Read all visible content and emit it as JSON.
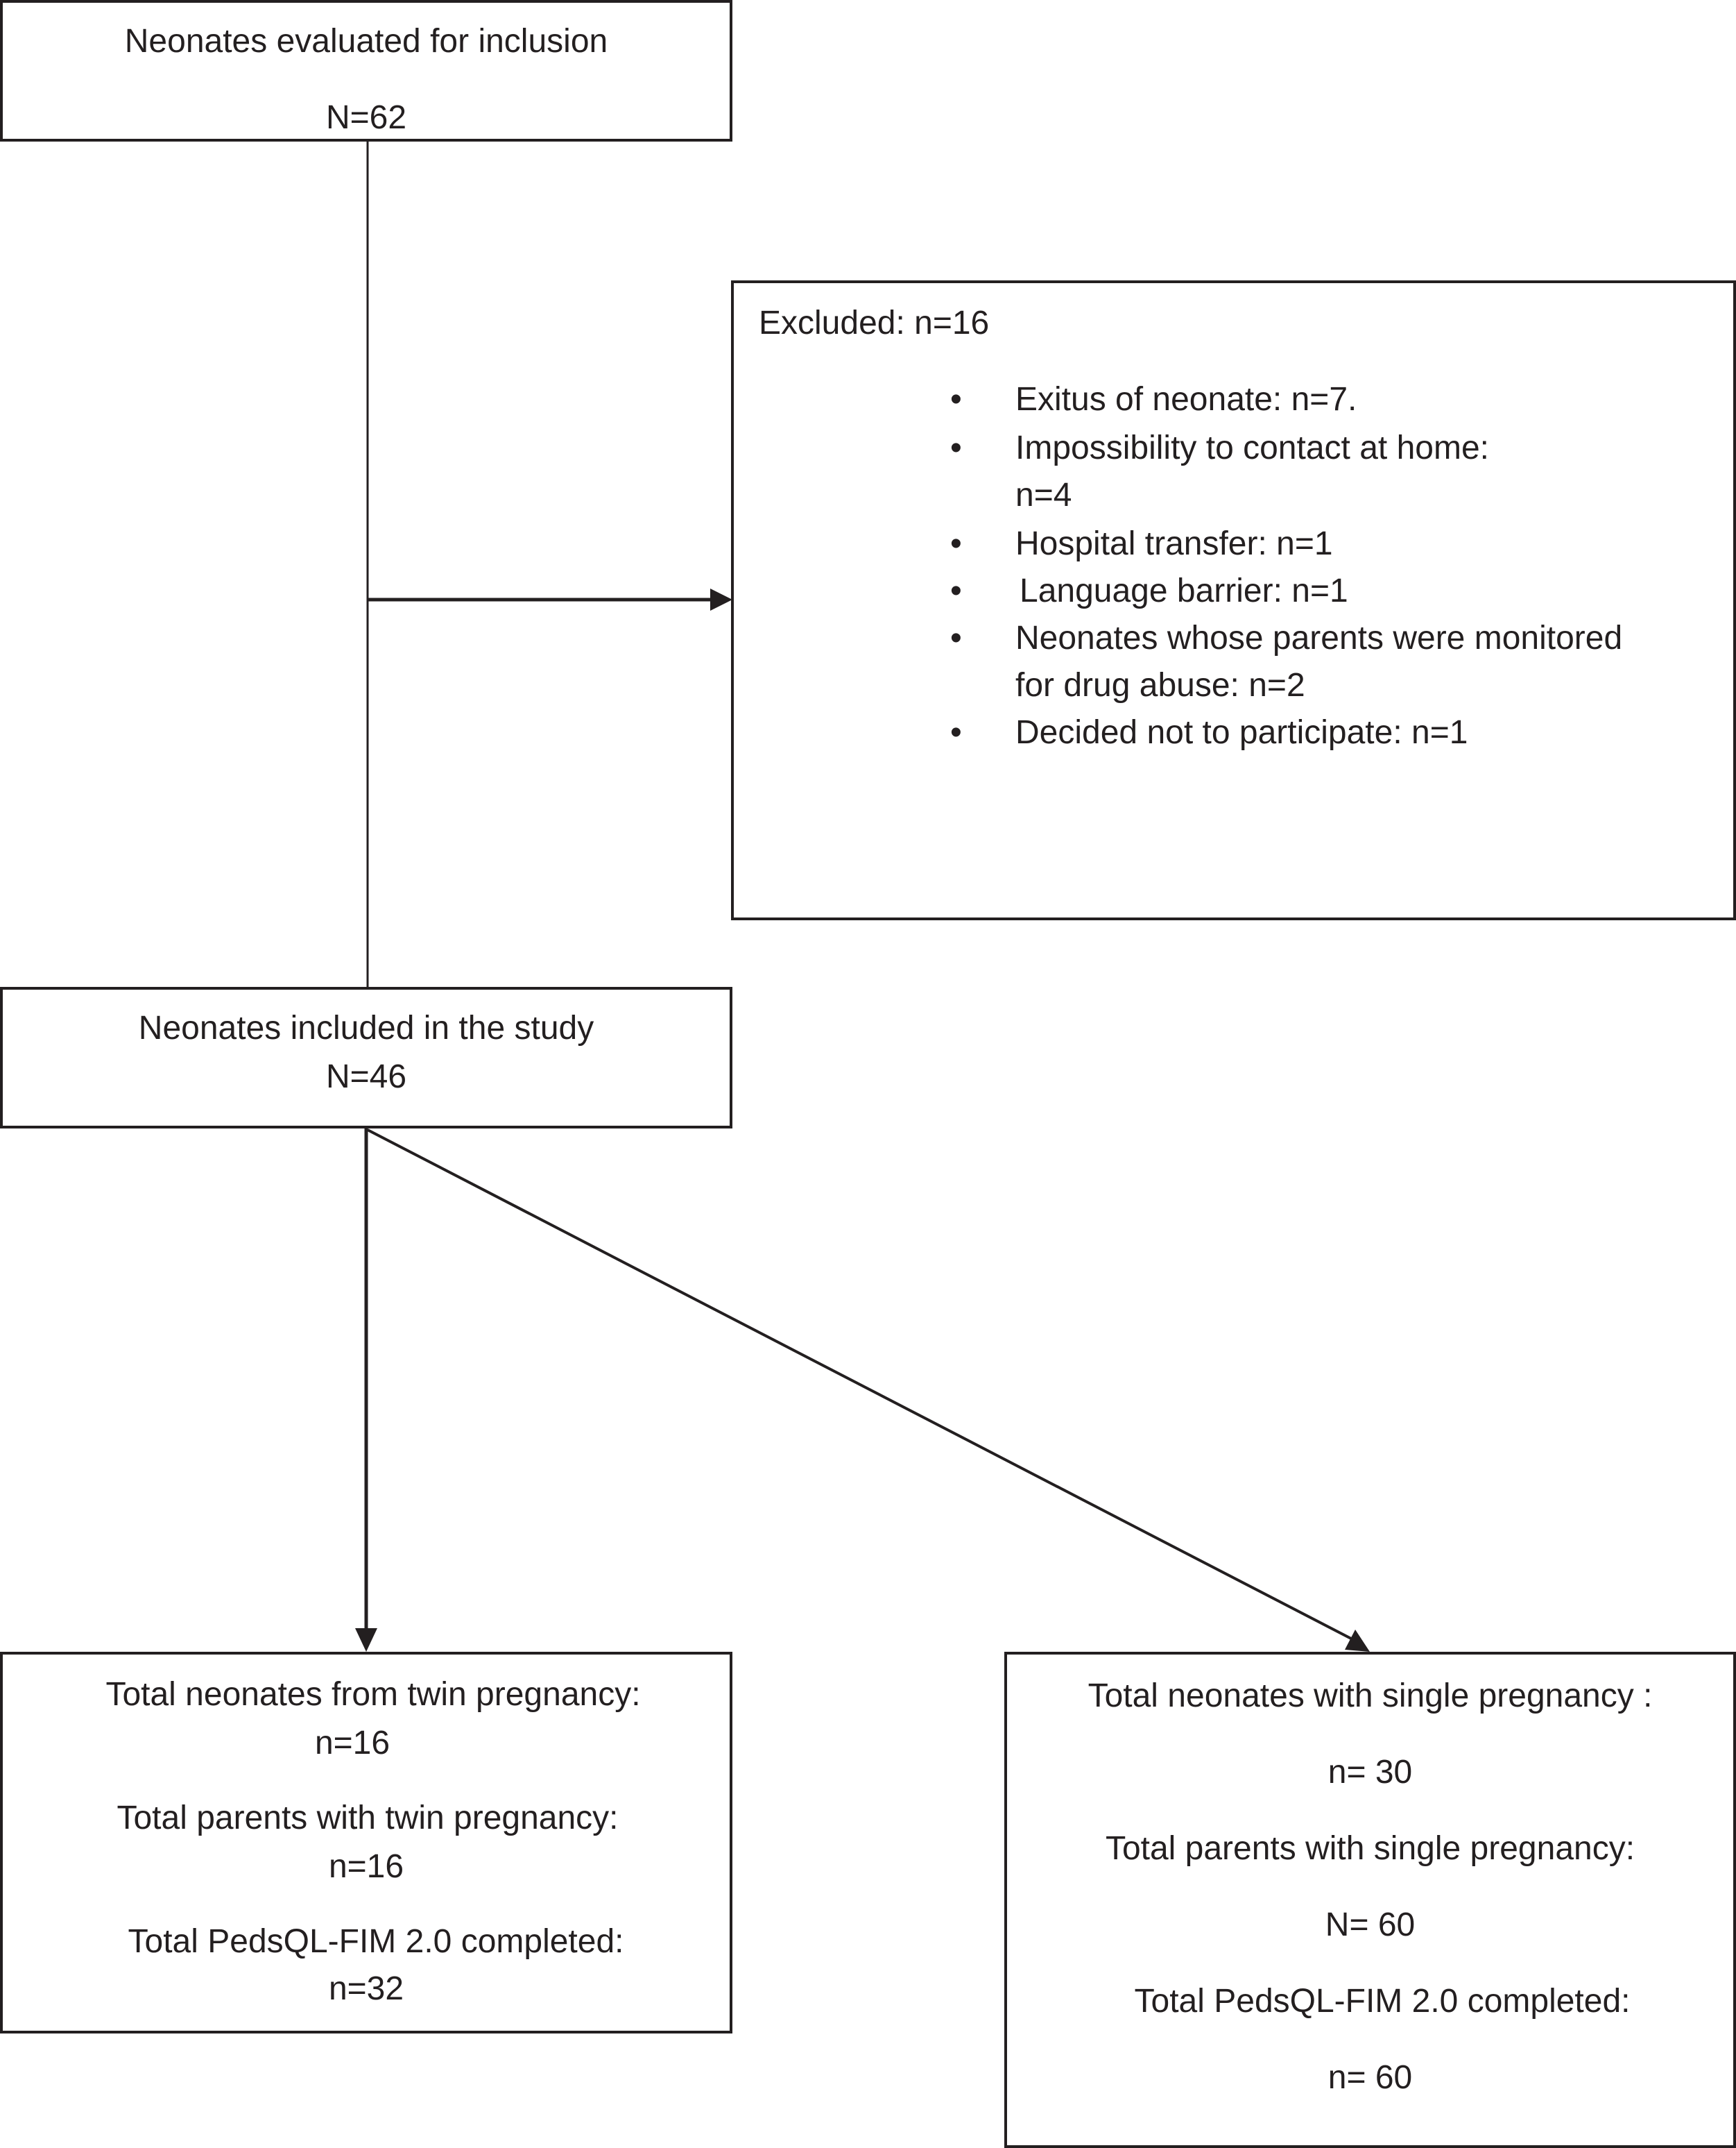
{
  "evaluated": {
    "title": "Neonates evaluated for inclusion",
    "count": "N=62"
  },
  "excluded": {
    "title": "Excluded: n=16",
    "reasons": [
      {
        "line1": "Exitus of neonate: n=7.",
        "line2": ""
      },
      {
        "line1": "Impossibility to contact at home:",
        "line2": "n=4"
      },
      {
        "line1": "Hospital transfer: n=1",
        "line2": ""
      },
      {
        "line1": "Language barrier: n=1",
        "line2": ""
      },
      {
        "line1": "Neonates whose parents were monitored",
        "line2": "for drug abuse: n=2"
      },
      {
        "line1": "Decided not to participate: n=1",
        "line2": ""
      }
    ],
    "bullet_symbol": "•"
  },
  "included": {
    "title": "Neonates included in the study",
    "count": "N=46"
  },
  "twin": {
    "neonates_label": "Total neonates from twin pregnancy:",
    "neonates_count": "n=16",
    "parents_label": "Total parents with twin pregnancy:",
    "parents_count": "n=16",
    "completed_label": "Total PedsQL-FIM 2.0 completed:",
    "completed_count": "n=32"
  },
  "single": {
    "neonates_label": "Total neonates with single pregnancy :",
    "neonates_count": "n= 30",
    "parents_label": "Total parents with single pregnancy:",
    "parents_count": "N= 60",
    "completed_label": "Total PedsQL-FIM 2.0 completed:",
    "completed_count": "n= 60"
  },
  "colors": {
    "line": "#231f20",
    "background": "#ffffff"
  }
}
